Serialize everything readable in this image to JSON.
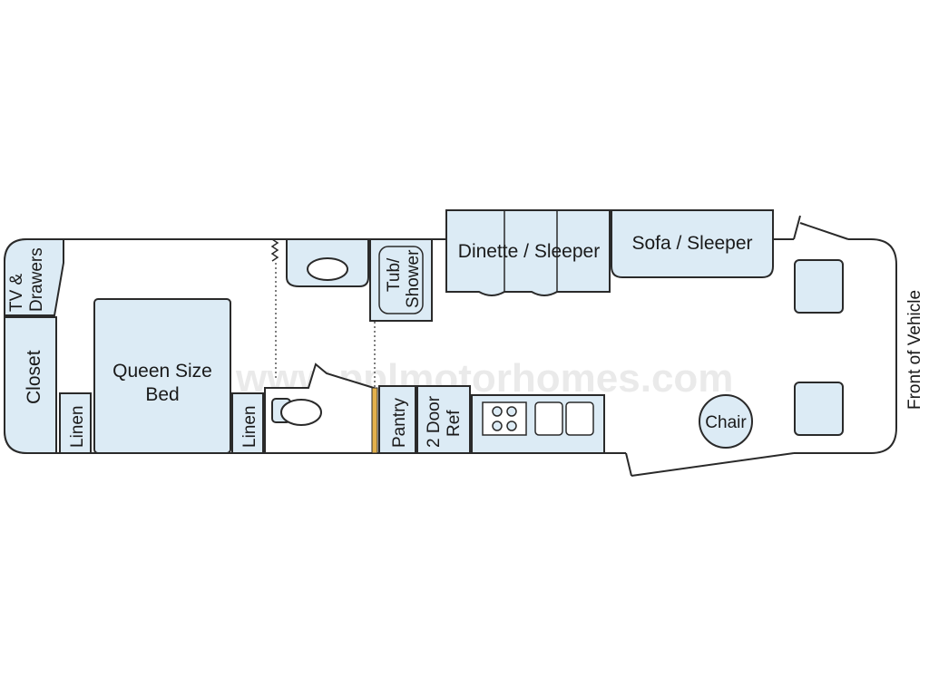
{
  "colors": {
    "fixture_fill": "#dcebf5",
    "outline": "#2a2a2a",
    "door_accent": "#e3b04b",
    "background": "#ffffff"
  },
  "labels": {
    "tv_drawers": [
      "TV &",
      "Drawers"
    ],
    "closet": "Closet",
    "linen_left": "Linen",
    "queen_bed": [
      "Queen Size",
      "Bed"
    ],
    "linen_right": "Linen",
    "tub_shower": [
      "Tub/",
      "Shower"
    ],
    "pantry": "Pantry",
    "ref": [
      "2 Door",
      "Ref"
    ],
    "dinette": "Dinette / Sleeper",
    "sofa": "Sofa / Sleeper",
    "chair": "Chair",
    "front": "Front of Vehicle",
    "watermark": "www.pplmotorhomes.com"
  },
  "icons": [
    "toilet-icon",
    "sink-icon",
    "stove-icon",
    "kitchen-sink-icon",
    "armchair-icon"
  ]
}
